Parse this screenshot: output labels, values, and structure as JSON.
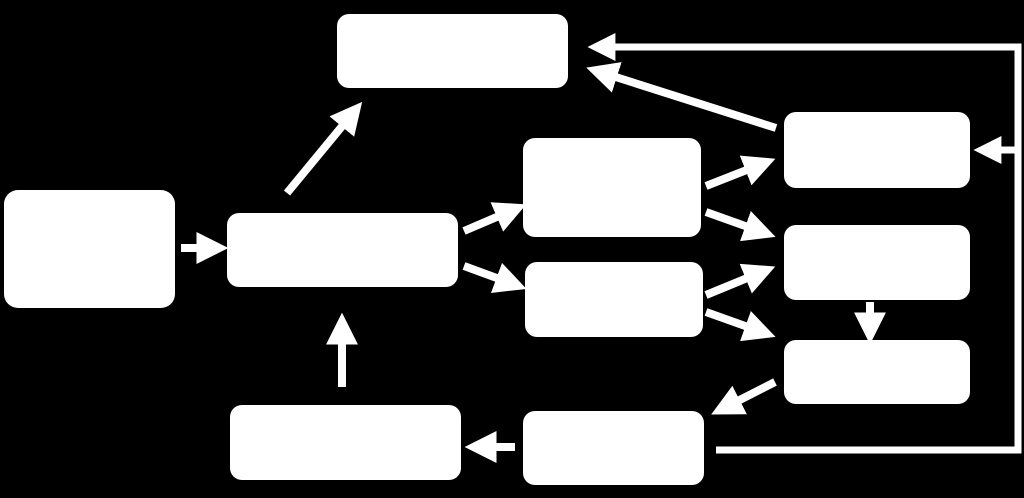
{
  "colors": {
    "background": "#000000",
    "box_fill": "#ffffff",
    "arrow": "#ffffff"
  },
  "nodes": [
    {
      "id": "left-box",
      "label": ""
    },
    {
      "id": "top-box",
      "label": ""
    },
    {
      "id": "center-box",
      "label": ""
    },
    {
      "id": "mid-upper-box",
      "label": ""
    },
    {
      "id": "mid-lower-box",
      "label": ""
    },
    {
      "id": "right-box-1",
      "label": ""
    },
    {
      "id": "right-box-2",
      "label": ""
    },
    {
      "id": "right-box-3",
      "label": ""
    },
    {
      "id": "bottom-mid-box",
      "label": ""
    },
    {
      "id": "bottom-left-box",
      "label": ""
    }
  ],
  "edges": [
    {
      "from": "left-box",
      "to": "center-box"
    },
    {
      "from": "center-box",
      "to": "top-box"
    },
    {
      "from": "center-box",
      "to": "mid-upper-box"
    },
    {
      "from": "center-box",
      "to": "mid-lower-box"
    },
    {
      "from": "mid-upper-box",
      "to": "right-box-1"
    },
    {
      "from": "mid-upper-box",
      "to": "right-box-2"
    },
    {
      "from": "mid-lower-box",
      "to": "right-box-2"
    },
    {
      "from": "mid-lower-box",
      "to": "right-box-3"
    },
    {
      "from": "right-box-1",
      "to": "top-box"
    },
    {
      "from": "right-box-2",
      "to": "right-box-3"
    },
    {
      "from": "right-box-3",
      "to": "bottom-mid-box"
    },
    {
      "from": "bottom-mid-box",
      "to": "bottom-left-box"
    },
    {
      "from": "bottom-left-box",
      "to": "center-box"
    },
    {
      "from": "bottom-mid-box",
      "to": "top-box"
    },
    {
      "from": "bottom-mid-box",
      "to": "right-box-1"
    }
  ]
}
